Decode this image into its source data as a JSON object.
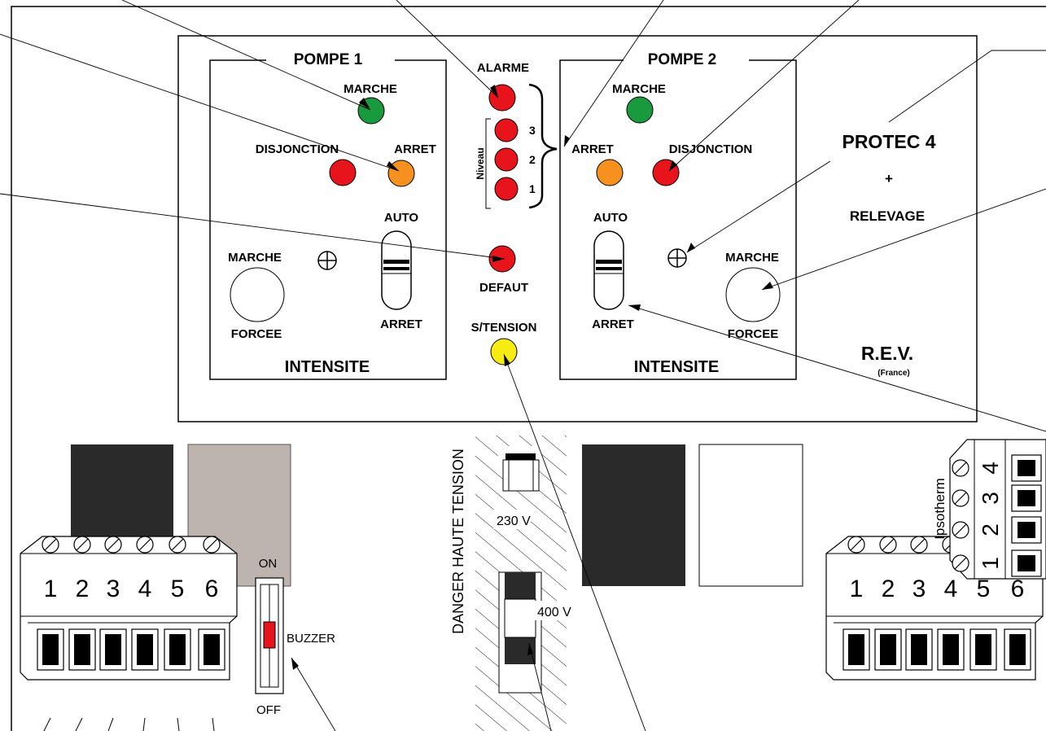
{
  "pump1": {
    "title": "POMPE 1",
    "marche_label": "MARCHE",
    "disjonction_label": "DISJONCTION",
    "arret_label": "ARRET",
    "auto_label": "AUTO",
    "switch_arret_label": "ARRET",
    "forced_top_label": "MARCHE",
    "forced_bottom_label": "FORCEE",
    "intensite_label": "INTENSITE"
  },
  "pump2": {
    "title": "POMPE 2",
    "marche_label": "MARCHE",
    "disjonction_label": "DISJONCTION",
    "arret_label": "ARRET",
    "auto_label": "AUTO",
    "switch_arret_label": "ARRET",
    "forced_top_label": "MARCHE",
    "forced_bottom_label": "FORCEE",
    "intensite_label": "INTENSITE"
  },
  "center": {
    "alarme_label": "ALARME",
    "niveau_label": "Niveau",
    "level_3": "3",
    "level_2": "2",
    "level_1": "1",
    "defaut_label": "DEFAUT",
    "stension_label": "S/TENSION"
  },
  "brand": {
    "product": "PROTEC 4",
    "plus": "+",
    "relevage": "RELEVAGE",
    "maker": "R.E.V.",
    "country": "(France)"
  },
  "board": {
    "danger_label": "DANGER HAUTE TENSION",
    "fuse1_voltage": "230 V",
    "fuse2_voltage": "400 V",
    "buzzer_on": "ON",
    "buzzer_label": "BUZZER",
    "buzzer_off": "OFF",
    "ipsotherm_label": "Ipsotherm",
    "left_terminals": [
      "1",
      "2",
      "3",
      "4",
      "5",
      "6"
    ],
    "right_terminals": [
      "1",
      "2",
      "3",
      "4",
      "5",
      "6"
    ],
    "ipsotherm_terminals": [
      "4",
      "3",
      "2",
      "1"
    ]
  },
  "colors": {
    "led_green": "#1a9a3e",
    "led_red": "#e8141c",
    "led_orange": "#f6901e",
    "led_yellow": "#f7ec12",
    "relay_dark": "#2b2a2a",
    "relay_taupe": "#bdb4b0",
    "buzzer_switch": "#e8141c"
  }
}
